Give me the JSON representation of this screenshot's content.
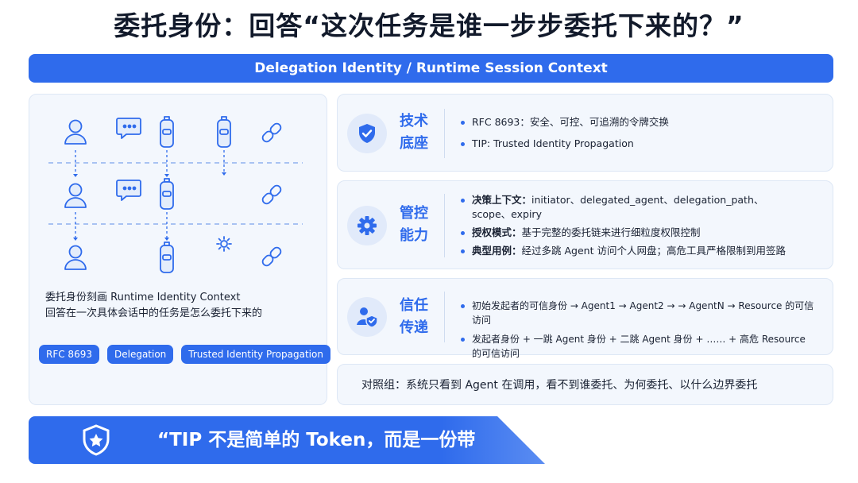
{
  "title": "委托身份：回答“这次任务是谁一步步委托下来的？”",
  "banner": "Delegation Identity / Runtime Session Context",
  "left": {
    "desc_line1": "委托身份刻画 Runtime Identity Context",
    "desc_line2": "回答在一次具体会话中的任务是怎么委托下来的",
    "chips": [
      "RFC 8693",
      "Delegation",
      "Trusted Identity Propagation"
    ]
  },
  "cards": [
    {
      "label_line1": "技术",
      "label_line2": "底座",
      "icon": "shield-check-icon",
      "items": [
        "RFC 8693：安全、可控、可追溯的令牌交换",
        "TIP: Trusted Identity Propagation"
      ]
    },
    {
      "label_line1": "管控",
      "label_line2": "能力",
      "icon": "gear-icon",
      "items": [
        {
          "bold": "决策上下文：",
          "text": "initiator、delegated_agent、delegation_path、",
          "text2": "scope、expiry"
        },
        {
          "bold": "授权模式：",
          "text": "基于完整的委托链来进行细粒度权限控制"
        },
        {
          "bold": "典型用例：",
          "text": "经过多跳 Agent 访问个人网盘；高危工具严格限制到用签路"
        }
      ]
    },
    {
      "label_line1": "信任",
      "label_line2": "传递",
      "icon": "user-shield-icon",
      "items": [
        "初始发起者的可信身份 → Agent1 → Agent2 → → AgentN → Resource 的可信访问",
        "发起者身份 + 一跳 Agent 身份 + 二跳 Agent 身份 + …… + 高危 Resource",
        "的可信访问"
      ]
    }
  ],
  "contrast_note": "对照组：系统只看到 Agent 在调用，看不到谁委托、为何委托、以什么边界委托",
  "quote": "“TIP 不是简单的 Token，而是一份带",
  "colors": {
    "accent": "#2f6bec",
    "panel_bg": "#f3f7fd",
    "title": "#121a2b"
  }
}
